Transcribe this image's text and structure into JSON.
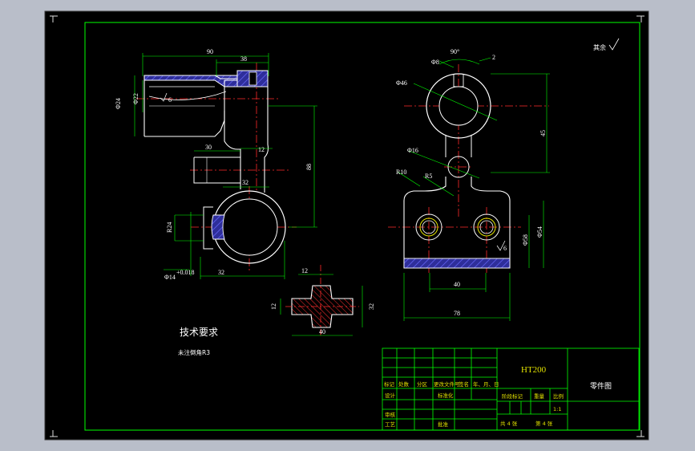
{
  "drawing": {
    "material": "HT200",
    "part_name": "零件图",
    "roughness_note": "其余",
    "tech_requirements_title": "技术要求",
    "tech_requirements_note": "未注倒角R3",
    "scale": "1:1",
    "sheet_total": "共 4 张",
    "sheet_no": "第 4 张",
    "colors": {
      "frame": "#00ff00",
      "outline": "#ffffff",
      "centerline": "#ff2a2a",
      "hatch": "#3c3cc8",
      "background": "#000000",
      "screen_border": "#b9bec9",
      "titleblock_text": "#e0e000"
    }
  },
  "title_block": {
    "row_headers": [
      "标记",
      "处数",
      "分区",
      "更改文件号",
      "签名",
      "年、月、日"
    ],
    "designer": "设计",
    "standardize": "标准化",
    "stage_mark": "阶段标记",
    "weight": "重量",
    "ratio": "比例",
    "review": "审核",
    "process": "工艺",
    "approve": "批准"
  },
  "views": {
    "front": {
      "dims": [
        "90",
        "38",
        "Φ24",
        "Φ22",
        "6",
        "30",
        "12",
        "88",
        "32",
        "R24",
        "32",
        "Φ14"
      ],
      "tolerance": "+0.018"
    },
    "side": {
      "dims": [
        "90°",
        "Φ8",
        "2",
        "Φ46",
        "Φ16",
        "R10",
        "R5",
        "45",
        "Φ54",
        "Φ58",
        "40",
        "78",
        "6"
      ]
    },
    "section": {
      "dims": [
        "12",
        "12",
        "32",
        "40"
      ]
    }
  }
}
